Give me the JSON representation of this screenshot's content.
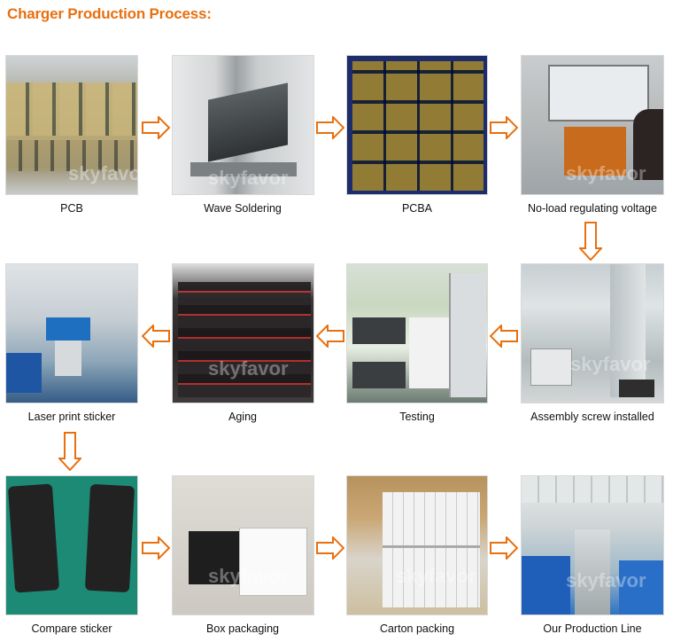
{
  "page": {
    "title": "Charger Production Process:",
    "accent_color": "#e8700f",
    "arrow_color": "#e8700f"
  },
  "watermark_text": "skyfavor",
  "steps": [
    {
      "id": "pcb",
      "label": "PCB"
    },
    {
      "id": "wave",
      "label": "Wave Soldering"
    },
    {
      "id": "pcba",
      "label": "PCBA"
    },
    {
      "id": "noload",
      "label": "No-load regulating voltage"
    },
    {
      "id": "assembly",
      "label": "Assembly screw installed"
    },
    {
      "id": "testing",
      "label": "Testing"
    },
    {
      "id": "aging",
      "label": "Aging"
    },
    {
      "id": "laser",
      "label": "Laser print sticker"
    },
    {
      "id": "compare",
      "label": "Compare sticker"
    },
    {
      "id": "box",
      "label": "Box packaging"
    },
    {
      "id": "carton",
      "label": "Carton packing"
    },
    {
      "id": "line",
      "label": "Our Production Line"
    }
  ],
  "arrows": [
    {
      "name": "arrow-pcb-to-wave",
      "direction": "right"
    },
    {
      "name": "arrow-wave-to-pcba",
      "direction": "right"
    },
    {
      "name": "arrow-pcba-to-noload",
      "direction": "right"
    },
    {
      "name": "arrow-noload-to-assembly",
      "direction": "down"
    },
    {
      "name": "arrow-assembly-to-testing",
      "direction": "left"
    },
    {
      "name": "arrow-testing-to-aging",
      "direction": "left"
    },
    {
      "name": "arrow-aging-to-laser",
      "direction": "left"
    },
    {
      "name": "arrow-laser-to-compare",
      "direction": "down"
    },
    {
      "name": "arrow-compare-to-box",
      "direction": "right"
    },
    {
      "name": "arrow-box-to-carton",
      "direction": "right"
    },
    {
      "name": "arrow-carton-to-line",
      "direction": "right"
    }
  ]
}
